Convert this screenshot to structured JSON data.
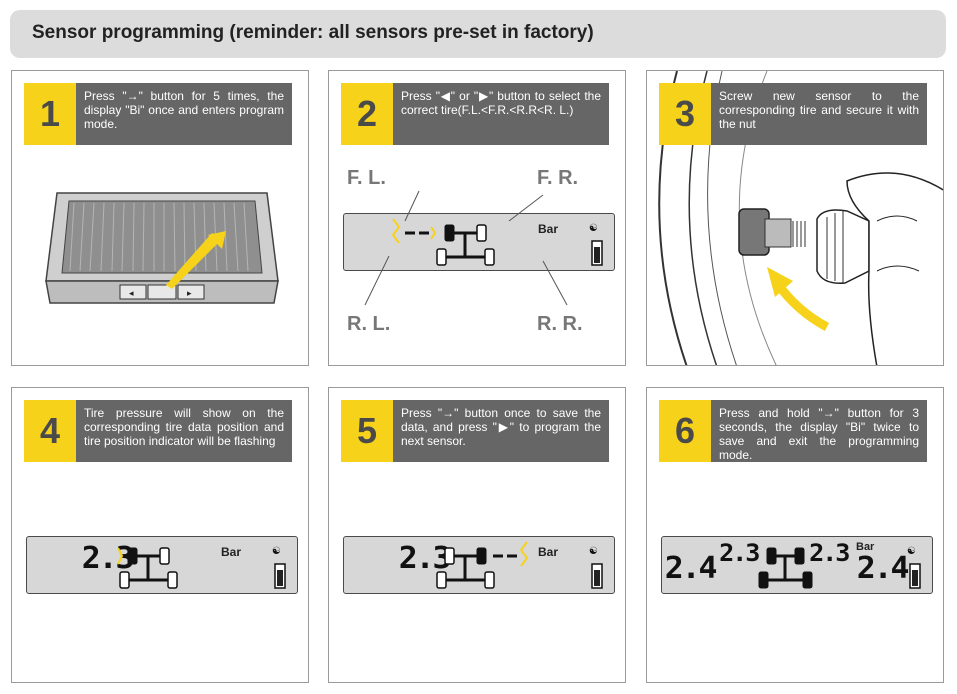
{
  "header": {
    "title": "Sensor programming (reminder: all sensors pre-set in factory)"
  },
  "steps": [
    {
      "num": "1",
      "text": "Press \"→\" button for 5 times, the display \"Bi\" once and enters program mode."
    },
    {
      "num": "2",
      "text": "Press \"◀\" or \"▶\" button to select the correct tire(F.L.<F.R.<R.R<R. L.)"
    },
    {
      "num": "3",
      "text": "Screw new sensor to the corresponding tire and secure it with the nut"
    },
    {
      "num": "4",
      "text": "Tire pressure will show on the corresponding tire data position and tire position indicator will be flashing"
    },
    {
      "num": "5",
      "text": "Press \"→\" button once to save the data, and press \"▶\" to program the next sensor."
    },
    {
      "num": "6",
      "text": "Press and hold \"→\" button for 3 seconds, the display \"Bi\" twice to save and exit the programming mode."
    }
  ],
  "panel2": {
    "fl": "F. L.",
    "fr": "F. R.",
    "rl": "R. L.",
    "rr": "R. R.",
    "unit": "Bar"
  },
  "panel4": {
    "value": "2.3",
    "unit": "Bar"
  },
  "panel5": {
    "value": "2.3",
    "unit": "Bar"
  },
  "panel6": {
    "fl": "2.3",
    "fr": "2.3",
    "rl": "2.4",
    "rr": "2.4",
    "unit": "Bar"
  },
  "colors": {
    "accent": "#f6d21b",
    "step_bg": "#666666",
    "header_bg": "#dcdcdc",
    "lcd_bg": "#d7d7d7"
  }
}
